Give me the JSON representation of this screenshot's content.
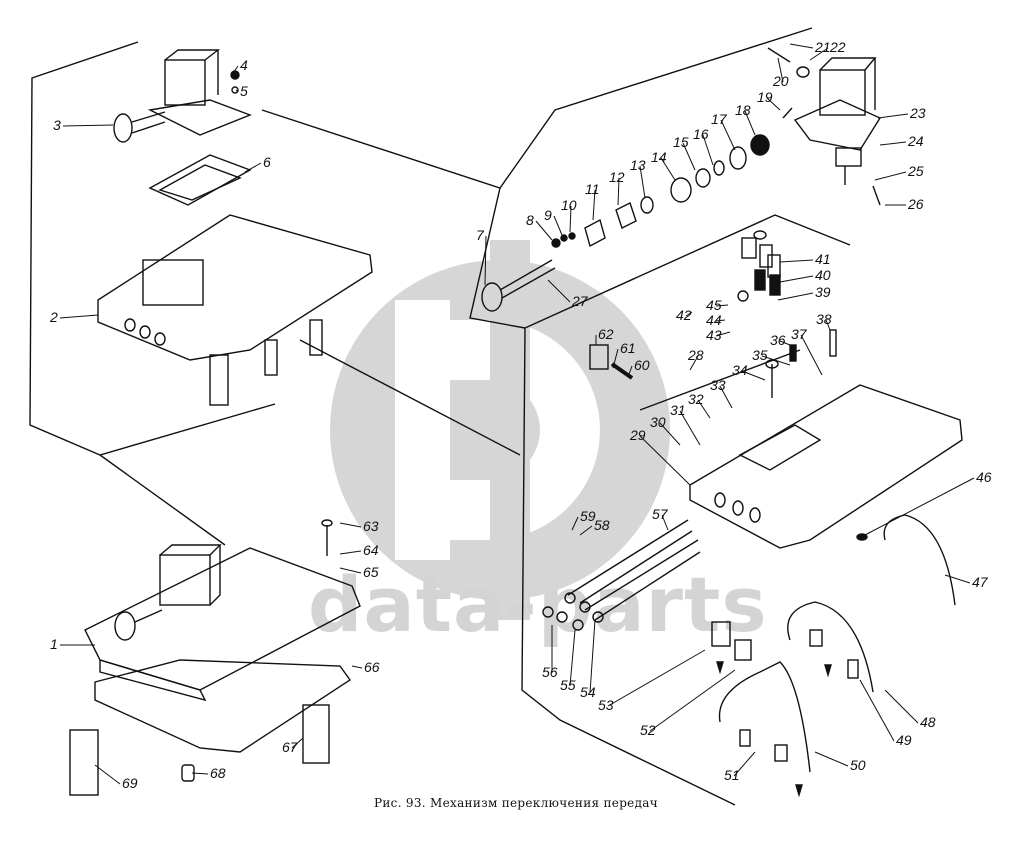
{
  "figure": {
    "caption": "Рис. 93. Механизм переключения передач",
    "watermark_text": "data-parts",
    "watermark_logo": "dp-logo-icon",
    "colors": {
      "line": "#111111",
      "watermark": "#d4d4d4",
      "background": "#ffffff"
    }
  },
  "callouts": [
    {
      "n": "1"
    },
    {
      "n": "2"
    },
    {
      "n": "3"
    },
    {
      "n": "4"
    },
    {
      "n": "5"
    },
    {
      "n": "6"
    },
    {
      "n": "7"
    },
    {
      "n": "8"
    },
    {
      "n": "9"
    },
    {
      "n": "10"
    },
    {
      "n": "11"
    },
    {
      "n": "12"
    },
    {
      "n": "13"
    },
    {
      "n": "14"
    },
    {
      "n": "15"
    },
    {
      "n": "16"
    },
    {
      "n": "17"
    },
    {
      "n": "18"
    },
    {
      "n": "19"
    },
    {
      "n": "20"
    },
    {
      "n": "21"
    },
    {
      "n": "22"
    },
    {
      "n": "23"
    },
    {
      "n": "24"
    },
    {
      "n": "25"
    },
    {
      "n": "26"
    },
    {
      "n": "27"
    },
    {
      "n": "28"
    },
    {
      "n": "29"
    },
    {
      "n": "30"
    },
    {
      "n": "31"
    },
    {
      "n": "32"
    },
    {
      "n": "33"
    },
    {
      "n": "34"
    },
    {
      "n": "35"
    },
    {
      "n": "36"
    },
    {
      "n": "37"
    },
    {
      "n": "38"
    },
    {
      "n": "39"
    },
    {
      "n": "40"
    },
    {
      "n": "41"
    },
    {
      "n": "42"
    },
    {
      "n": "43"
    },
    {
      "n": "44"
    },
    {
      "n": "45"
    },
    {
      "n": "46"
    },
    {
      "n": "47"
    },
    {
      "n": "48"
    },
    {
      "n": "49"
    },
    {
      "n": "50"
    },
    {
      "n": "51"
    },
    {
      "n": "52"
    },
    {
      "n": "53"
    },
    {
      "n": "54"
    },
    {
      "n": "55"
    },
    {
      "n": "56"
    },
    {
      "n": "57"
    },
    {
      "n": "58"
    },
    {
      "n": "59"
    },
    {
      "n": "60"
    },
    {
      "n": "61"
    },
    {
      "n": "62"
    },
    {
      "n": "63"
    },
    {
      "n": "64"
    },
    {
      "n": "65"
    },
    {
      "n": "66"
    },
    {
      "n": "67"
    },
    {
      "n": "68"
    },
    {
      "n": "69"
    }
  ]
}
